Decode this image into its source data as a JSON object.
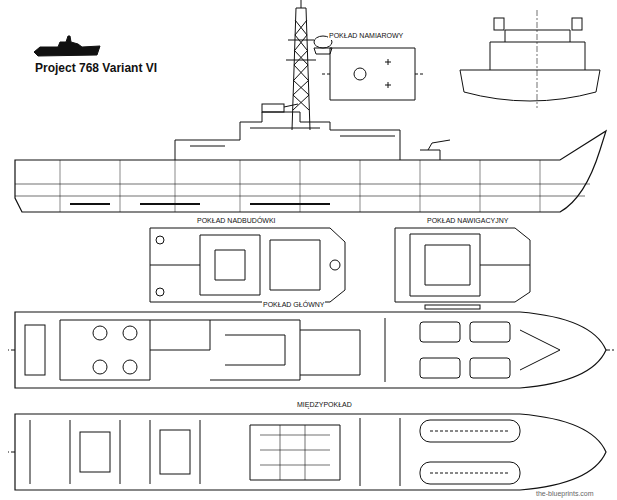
{
  "diagram": {
    "title": "Project 768 Variant VI",
    "labels": [
      "POKŁAD NAMIAROWY",
      "POKŁAD NADBUDÓWKI",
      "POKŁAD NAWIGACYJNY",
      "POKŁAD GŁÓWNY",
      "MIĘDZYPOKŁAD",
      "the-blueprints.com"
    ]
  }
}
